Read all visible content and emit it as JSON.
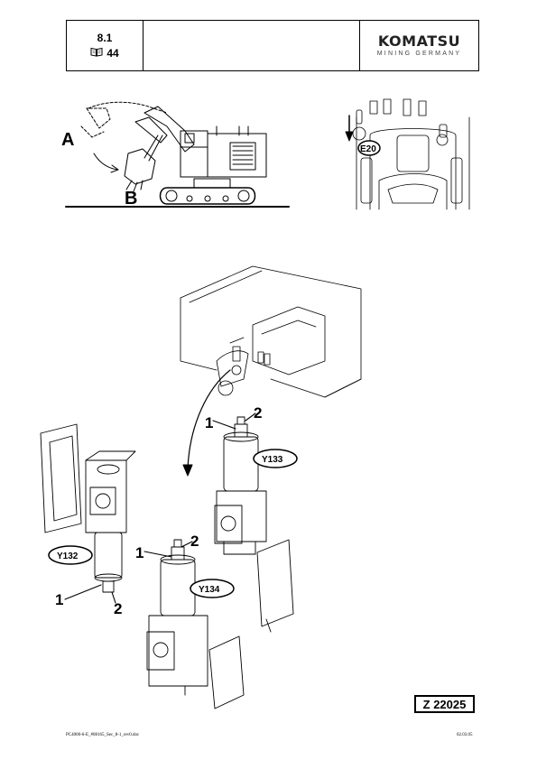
{
  "header": {
    "section": "8.1",
    "reference_page": "44",
    "brand": "KOMATSU",
    "brand_sub": "MINING GERMANY"
  },
  "figure": {
    "label_a": "A",
    "label_b": "B",
    "label_e20": "E20",
    "num_1": "1",
    "num_2": "2",
    "valve_y133": "Y133",
    "valve_y132": "Y132",
    "valve_y134": "Y134",
    "figure_number": "Z 22025"
  },
  "footer": {
    "file_name": "PC4000-6-E_#08165_Sec_8-1_rev0.doc",
    "date": "02.03.05"
  },
  "icons": [
    "book-icon"
  ]
}
